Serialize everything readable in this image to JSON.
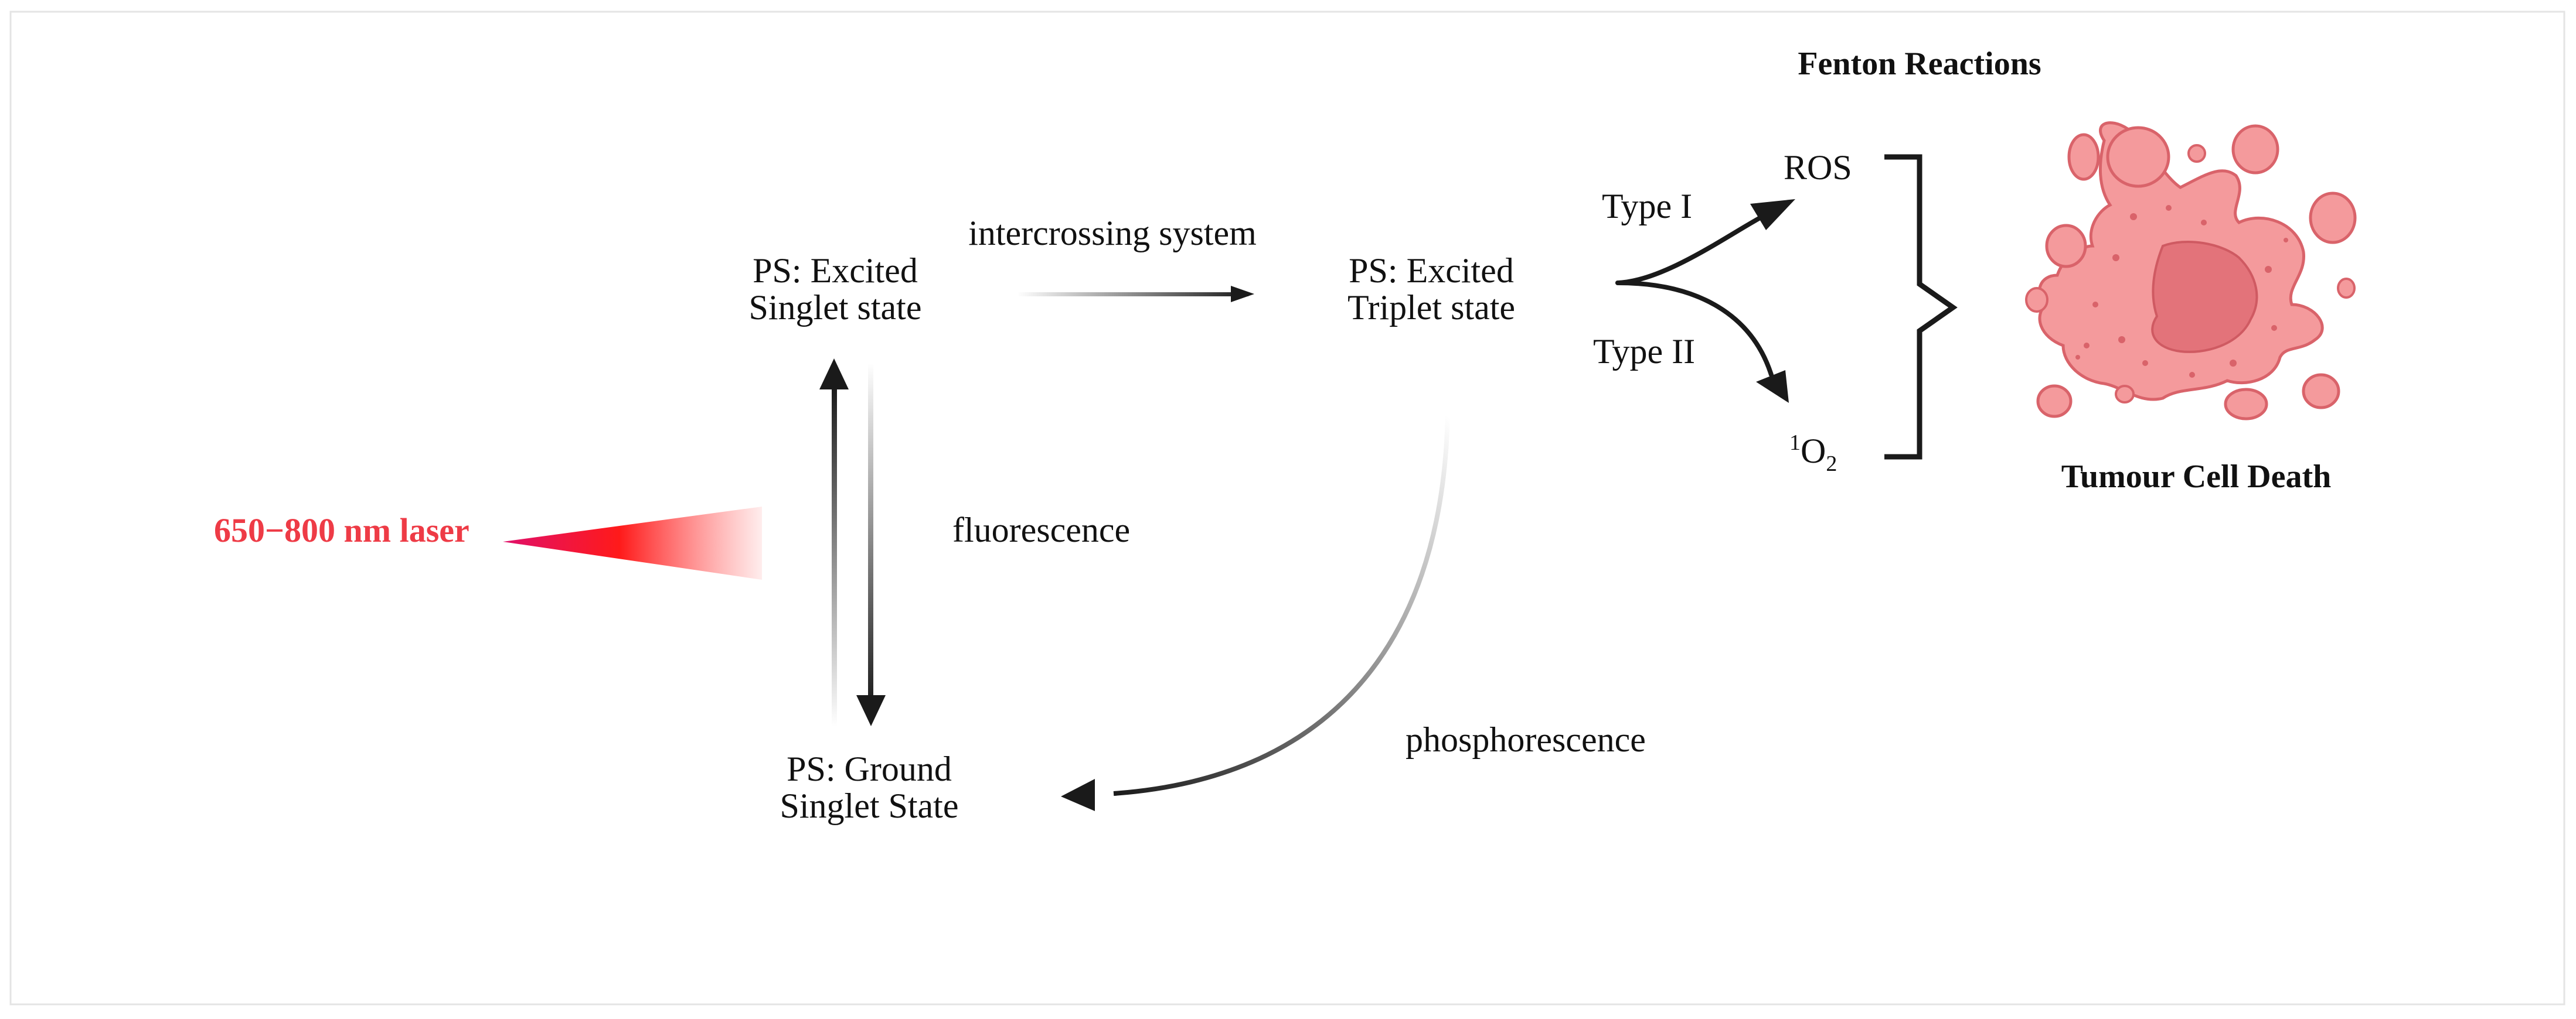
{
  "diagram": {
    "laser_label": "650−800 nm laser",
    "states": {
      "excited_singlet": {
        "line1": "PS: Excited",
        "line2": "Singlet state"
      },
      "excited_triplet": {
        "line1": "PS: Excited",
        "line2": "Triplet state"
      },
      "ground_singlet": {
        "line1": "PS: Ground",
        "line2": "Singlet State"
      }
    },
    "transitions": {
      "isc": "intercrossing system",
      "fluorescence": "fluorescence",
      "phosphorescence": "phosphorescence",
      "type1": "Type I",
      "type2": "Type II"
    },
    "products": {
      "ros": "ROS",
      "singlet_oxygen": {
        "sup": "1",
        "base": "O",
        "sub": "2"
      }
    },
    "fenton_label": "Fenton Reactions",
    "outcome_label": "Tumour Cell Death",
    "icons": [
      "tumour-cell-icon"
    ],
    "colors": {
      "laser_red": "#ee3b46",
      "text": "#111111",
      "arrow": "#1a1a1a",
      "cell_fill": "#f49a9c",
      "cell_stroke": "#d9636a",
      "nucleus": "#e3737a"
    }
  }
}
